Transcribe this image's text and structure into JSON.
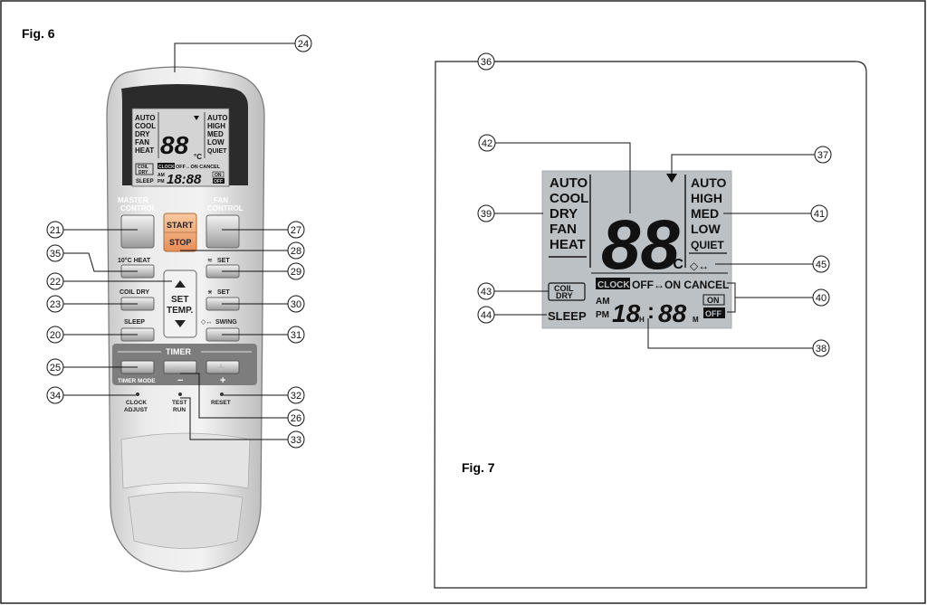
{
  "fig6_label": "Fig. 6",
  "fig7_label": "Fig. 7",
  "remote": {
    "lcd_modes": [
      "AUTO",
      "COOL",
      "DRY",
      "FAN",
      "HEAT"
    ],
    "lcd_fan": [
      "AUTO",
      "HIGH",
      "MED",
      "LOW",
      "QUIET"
    ],
    "lcd_temp": "88",
    "lcd_unit": "°C",
    "lcd_coil": "COIL",
    "lcd_dry": "DRY",
    "lcd_sleep": "SLEEP",
    "lcd_clock": "CLOCK",
    "lcd_offon": "OFF↔ON CANCEL",
    "lcd_am": "AM",
    "lcd_pm": "PM",
    "lcd_time": "18:88",
    "lcd_on": "ON",
    "lcd_off": "OFF",
    "master_control": [
      "MASTER",
      "CONTROL"
    ],
    "fan_control": [
      "FAN",
      "CONTROL"
    ],
    "start": "START",
    "stop": "STOP",
    "heat10": "10°C HEAT",
    "set1": "SET",
    "set2": "SET",
    "set_temp": [
      "SET",
      "TEMP."
    ],
    "coil_dry": "COIL DRY",
    "sleep": "SLEEP",
    "swing": "SWING",
    "timer": "TIMER",
    "timer_mode": "TIMER MODE",
    "minus": "−",
    "plus": "+",
    "clock_adjust": [
      "CLOCK",
      "ADJUST"
    ],
    "test_run": [
      "TEST",
      "RUN"
    ],
    "reset": "RESET"
  },
  "display": {
    "modes": [
      "AUTO",
      "COOL",
      "DRY",
      "FAN",
      "HEAT"
    ],
    "fan": [
      "AUTO",
      "HIGH",
      "MED",
      "LOW",
      "QUIET"
    ],
    "temp": "88",
    "unit": "°C",
    "coil": "COIL",
    "dry": "DRY",
    "sleep": "SLEEP",
    "clock": "CLOCK",
    "offon": "OFF↔ON CANCEL",
    "am": "AM",
    "pm": "PM",
    "hour": "18",
    "h": "H",
    "colon": ":",
    "minute": "88",
    "m": "M",
    "on": "ON",
    "off": "OFF"
  },
  "callouts": {
    "c24": "24",
    "c36": "36",
    "c42": "42",
    "c37": "37",
    "c39": "39",
    "c41": "41",
    "c45": "45",
    "c43": "43",
    "c40": "40",
    "c44": "44",
    "c38": "38",
    "c21": "21",
    "c27": "27",
    "c35": "35",
    "c28": "28",
    "c22": "22",
    "c29": "29",
    "c23": "23",
    "c30": "30",
    "c20": "20",
    "c31": "31",
    "c25": "25",
    "c34": "34",
    "c32": "32",
    "c26": "26",
    "c33": "33"
  }
}
